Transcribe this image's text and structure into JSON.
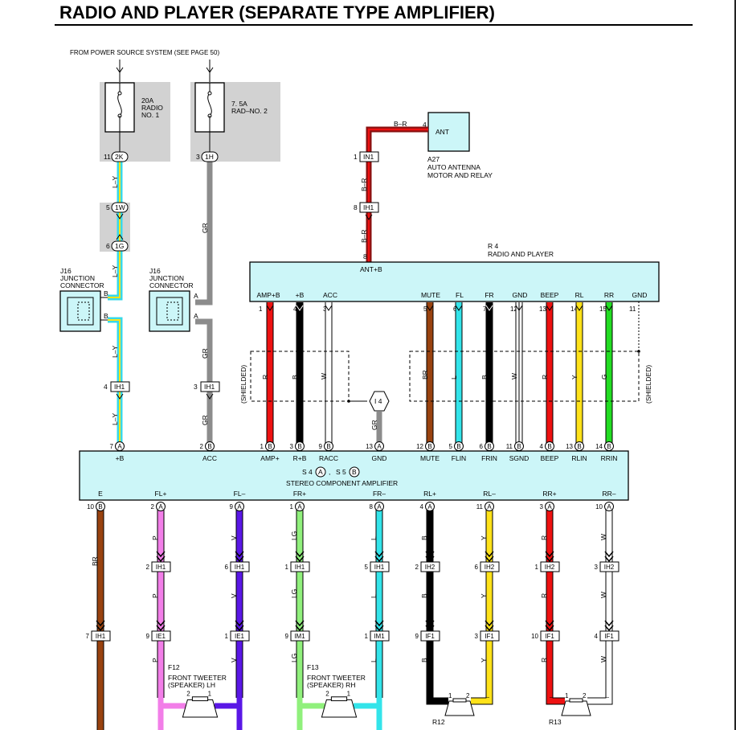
{
  "title": "RADIO AND PLAYER (SEPARATE TYPE AMPLIFIER)",
  "power_source_note": "FROM POWER SOURCE SYSTEM (SEE PAGE 50)",
  "fuses": [
    {
      "rating": "20A",
      "name1": "RADIO",
      "name2": "NO. 1",
      "pin": "11",
      "conn": "2K"
    },
    {
      "rating": "7. 5A",
      "name1": "RAD–NO. 2",
      "name2": "",
      "pin": "3",
      "conn": "1H"
    }
  ],
  "junction_connectors": [
    {
      "id": "J16",
      "l1": "JUNCTION",
      "l2": "CONNECTOR",
      "pin_in": "B",
      "pin_out": "B"
    },
    {
      "id": "J16",
      "l1": "JUNCTION",
      "l2": "CONNECTOR",
      "pin_in": "A",
      "pin_out": "A"
    }
  ],
  "junction_block": [
    {
      "pin": "5",
      "conn": "1W"
    },
    {
      "pin": "6",
      "conn": "1G"
    }
  ],
  "antenna": {
    "box_label": "ANT",
    "id": "A27",
    "name1": "AUTO ANTENNA",
    "name2": "MOTOR AND RELAY",
    "pin": "4",
    "wire": "B–R",
    "in_pin": "1",
    "in_conn": "IN1",
    "ih_pin": "8",
    "ih_conn": "IH1",
    "radio_pin": "8"
  },
  "radio": {
    "id": "R 4",
    "name": "RADIO AND PLAYER",
    "ant_label": "ANT+B",
    "terminals": [
      {
        "label": "AMP+B",
        "pin": "1"
      },
      {
        "label": "+B",
        "pin": "4"
      },
      {
        "label": "ACC",
        "pin": "3"
      },
      {
        "label": "MUTE",
        "pin": "5"
      },
      {
        "label": "FL",
        "pin": "6"
      },
      {
        "label": "FR",
        "pin": "7"
      },
      {
        "label": "GND",
        "pin": "12"
      },
      {
        "label": "BEEP",
        "pin": "13"
      },
      {
        "label": "RL",
        "pin": "14"
      },
      {
        "label": "RR",
        "pin": "15"
      },
      {
        "label": "GND",
        "pin": "11"
      }
    ]
  },
  "shielded_label": "(SHIELDED)",
  "ground_label": "I 4",
  "amplifier": {
    "name": "STEREO COMPONENT AMPLIFIER",
    "ref1": "S 4",
    "ref1_conn": "A",
    "ref2": "S 5",
    "ref2_conn": "B",
    "top": [
      {
        "label": "+B",
        "pin": "7",
        "conn": "A"
      },
      {
        "label": "ACC",
        "pin": "2",
        "conn": "B"
      },
      {
        "label": "AMP+",
        "pin": "1",
        "conn": "B"
      },
      {
        "label": "R+B",
        "pin": "3",
        "conn": "B"
      },
      {
        "label": "RACC",
        "pin": "9",
        "conn": "B"
      },
      {
        "label": "GND",
        "pin": "13",
        "conn": "A"
      },
      {
        "label": "MUTE",
        "pin": "12",
        "conn": "B"
      },
      {
        "label": "FLIN",
        "pin": "5",
        "conn": "B"
      },
      {
        "label": "FRIN",
        "pin": "6",
        "conn": "B"
      },
      {
        "label": "SGND",
        "pin": "11",
        "conn": "B"
      },
      {
        "label": "BEEP",
        "pin": "4",
        "conn": "B"
      },
      {
        "label": "RLIN",
        "pin": "13",
        "conn": "B"
      },
      {
        "label": "RRIN",
        "pin": "14",
        "conn": "B"
      }
    ],
    "bottom": [
      {
        "label": "E",
        "pin": "10",
        "conn": "B"
      },
      {
        "label": "FL+",
        "pin": "2",
        "conn": "A"
      },
      {
        "label": "FL–",
        "pin": "9",
        "conn": "A"
      },
      {
        "label": "FR+",
        "pin": "1",
        "conn": "A"
      },
      {
        "label": "FR–",
        "pin": "8",
        "conn": "A"
      },
      {
        "label": "RL+",
        "pin": "4",
        "conn": "A"
      },
      {
        "label": "RL–",
        "pin": "11",
        "conn": "A"
      },
      {
        "label": "RR+",
        "pin": "3",
        "conn": "A"
      },
      {
        "label": "RR–",
        "pin": "10",
        "conn": "A"
      }
    ]
  },
  "wire_colors": {
    "L-Y": "#38d8e8",
    "GR": "#8c8c8c",
    "R": "#ee1111",
    "B": "#000000",
    "W": "#ffffff",
    "BR": "#99420f",
    "L": "#33e4ea",
    "Y": "#ffe21a",
    "G": "#22dd22",
    "P": "#f27ee8",
    "V": "#5a17e6",
    "LG": "#90f07c"
  },
  "upper_wires": {
    "lefty": [
      "L–Y",
      "L–Y",
      "L–Y",
      "L–Y"
    ],
    "gr": [
      "GR",
      "GR",
      "GR"
    ],
    "radio_amp": [
      "R",
      "B",
      "W",
      "BR",
      "L",
      "B",
      "W",
      "R",
      "Y",
      "G"
    ],
    "ground": "GR",
    "ih_left": {
      "pin": "4",
      "conn": "IH1"
    },
    "ih_mid": {
      "pin": "3",
      "conn": "IH1"
    }
  },
  "speaker_wires": [
    {
      "code": "BR",
      "ih": [
        "",
        ""
      ],
      "low": [
        "7",
        "IH1"
      ]
    },
    {
      "code": "P",
      "ih": [
        "2",
        "IH1"
      ],
      "low": [
        "9",
        "IE1"
      ]
    },
    {
      "code": "V",
      "ih": [
        "6",
        "IH1"
      ],
      "low": [
        "1",
        "IE1"
      ]
    },
    {
      "code": "LG",
      "ih": [
        "1",
        "IH1"
      ],
      "low": [
        "9",
        "IM1"
      ]
    },
    {
      "code": "L",
      "ih": [
        "5",
        "IH1"
      ],
      "low": [
        "1",
        "IM1"
      ]
    },
    {
      "code": "B",
      "ih": [
        "2",
        "IH2"
      ],
      "low": [
        "9",
        "IF1"
      ]
    },
    {
      "code": "Y",
      "ih": [
        "6",
        "IH2"
      ],
      "low": [
        "3",
        "IF1"
      ]
    },
    {
      "code": "R",
      "ih": [
        "1",
        "IH2"
      ],
      "low": [
        "10",
        "IF1"
      ]
    },
    {
      "code": "W",
      "ih": [
        "3",
        "IH2"
      ],
      "low": [
        "4",
        "IF1"
      ]
    }
  ],
  "speakers": [
    {
      "id": "F12",
      "name1": "FRONT TWEETER",
      "name2": "(SPEAKER) LH",
      "pin_a": "2",
      "pin_b": "1"
    },
    {
      "id": "F13",
      "name1": "FRONT TWEETER",
      "name2": "(SPEAKER) RH",
      "pin_a": "2",
      "pin_b": "1"
    },
    {
      "id": "R12",
      "name1": "",
      "name2": "",
      "pin_a": "1",
      "pin_b": "2"
    },
    {
      "id": "R13",
      "name1": "",
      "name2": "",
      "pin_a": "1",
      "pin_b": "2"
    }
  ]
}
